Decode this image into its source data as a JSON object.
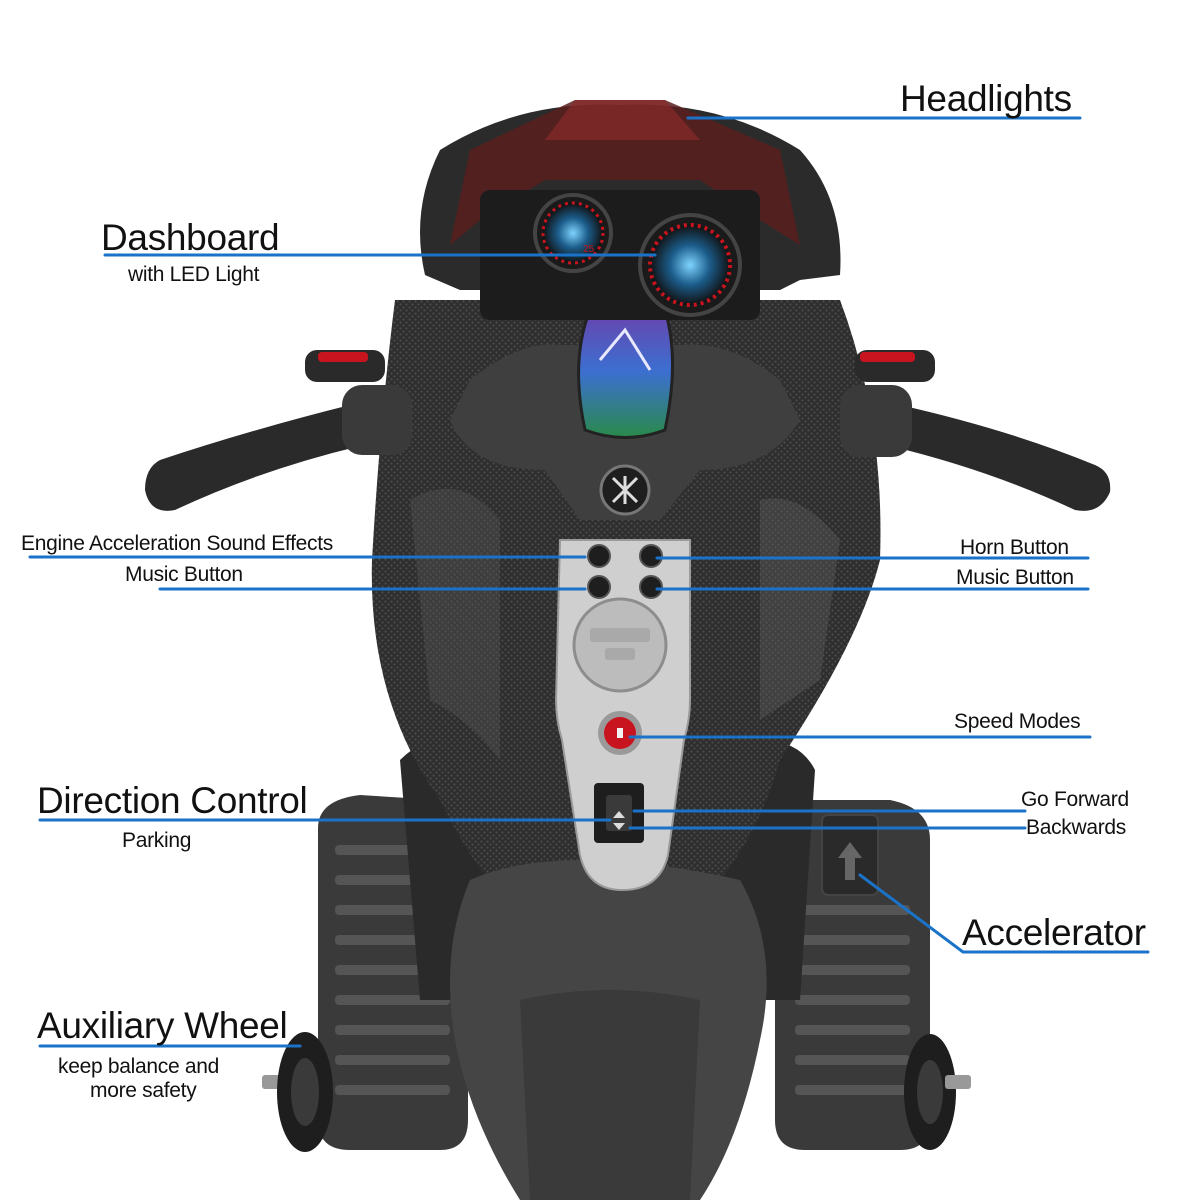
{
  "labels": {
    "headlights": "Headlights",
    "dashboard": "Dashboard",
    "dashboard_sub": "with LED Light",
    "engine_sound": "Engine Acceleration Sound Effects",
    "music_left": "Music Button",
    "horn": "Horn Button",
    "music_right": "Music Button",
    "speed_modes": "Speed Modes",
    "direction_control": "Direction Control",
    "parking": "Parking",
    "go_forward": "Go Forward",
    "backwards": "Backwards",
    "accelerator": "Accelerator",
    "auxiliary_wheel": "Auxiliary Wheel",
    "auxiliary_sub_1": "keep balance and",
    "auxiliary_sub_2": "more safety",
    "gauge_number": "25"
  },
  "colors": {
    "leader_line": "#1a73c8",
    "body": "#2b2b2b",
    "panel": "#c8c8c8",
    "red_light": "#c8141e"
  }
}
